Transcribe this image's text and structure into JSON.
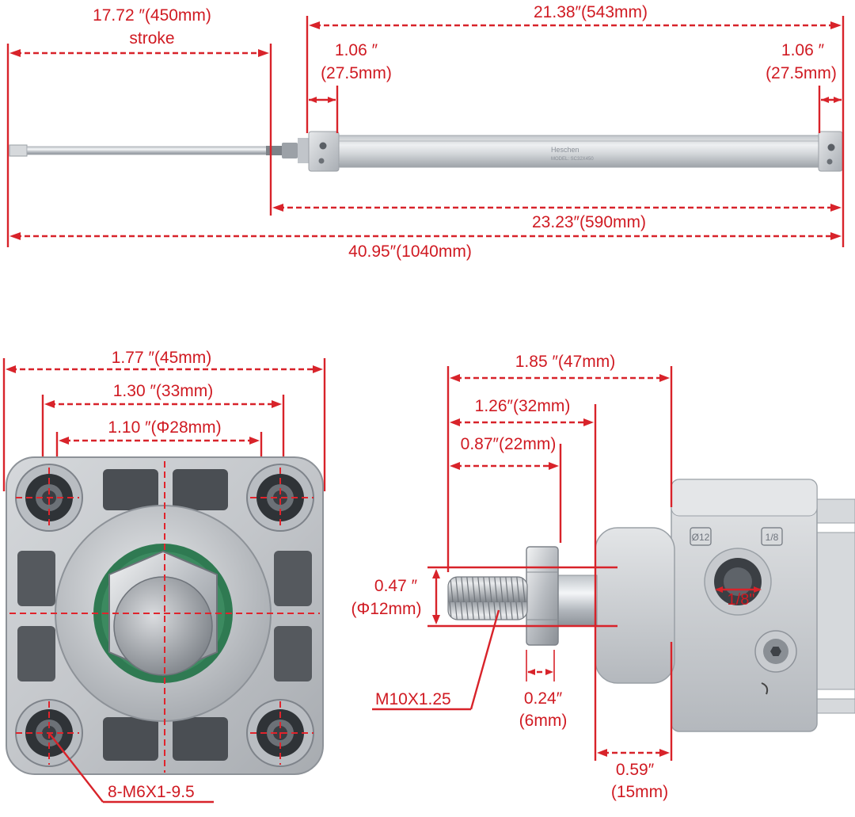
{
  "top_view": {
    "stroke_value": "17.72 ″(450mm)",
    "stroke_label": "stroke",
    "barrel_length": "21.38″(543mm)",
    "left_cap_in": "1.06 ″",
    "left_cap_mm": "(27.5mm)",
    "right_cap_in": "1.06 ″",
    "right_cap_mm": "(27.5mm)",
    "body_length": "23.23″(590mm)",
    "total_length": "40.95″(1040mm)",
    "brand_text": "Heschen",
    "model_text": "MODEL: SC32X450"
  },
  "front_view": {
    "width_outer": "1.77 ″(45mm)",
    "bolt_spacing": "1.30 ″(33mm)",
    "boss_diameter": "1.10 ″(Φ28mm)",
    "mount_thread": "8-M6X1-9.5"
  },
  "side_view": {
    "rod_to_body": "1.85 ″(47mm)",
    "rod_to_boss": "1.26″(32mm)",
    "thread_length": "0.87″(22mm)",
    "rod_diameter_in": "0.47 ″",
    "rod_diameter_mm": "(Φ12mm)",
    "rod_thread": "M10X1.25",
    "nut_thickness_in": "0.24″",
    "nut_thickness_mm": "(6mm)",
    "boss_length_in": "0.59″",
    "boss_length_mm": "(15mm)",
    "port_mark_left": "Ø12",
    "port_mark_right": "1/8",
    "port_size": "1/8\""
  },
  "colors": {
    "dimension_red": "#d8232a",
    "aluminum": "#c9ccd0",
    "seal_green": "#2f7a52"
  }
}
